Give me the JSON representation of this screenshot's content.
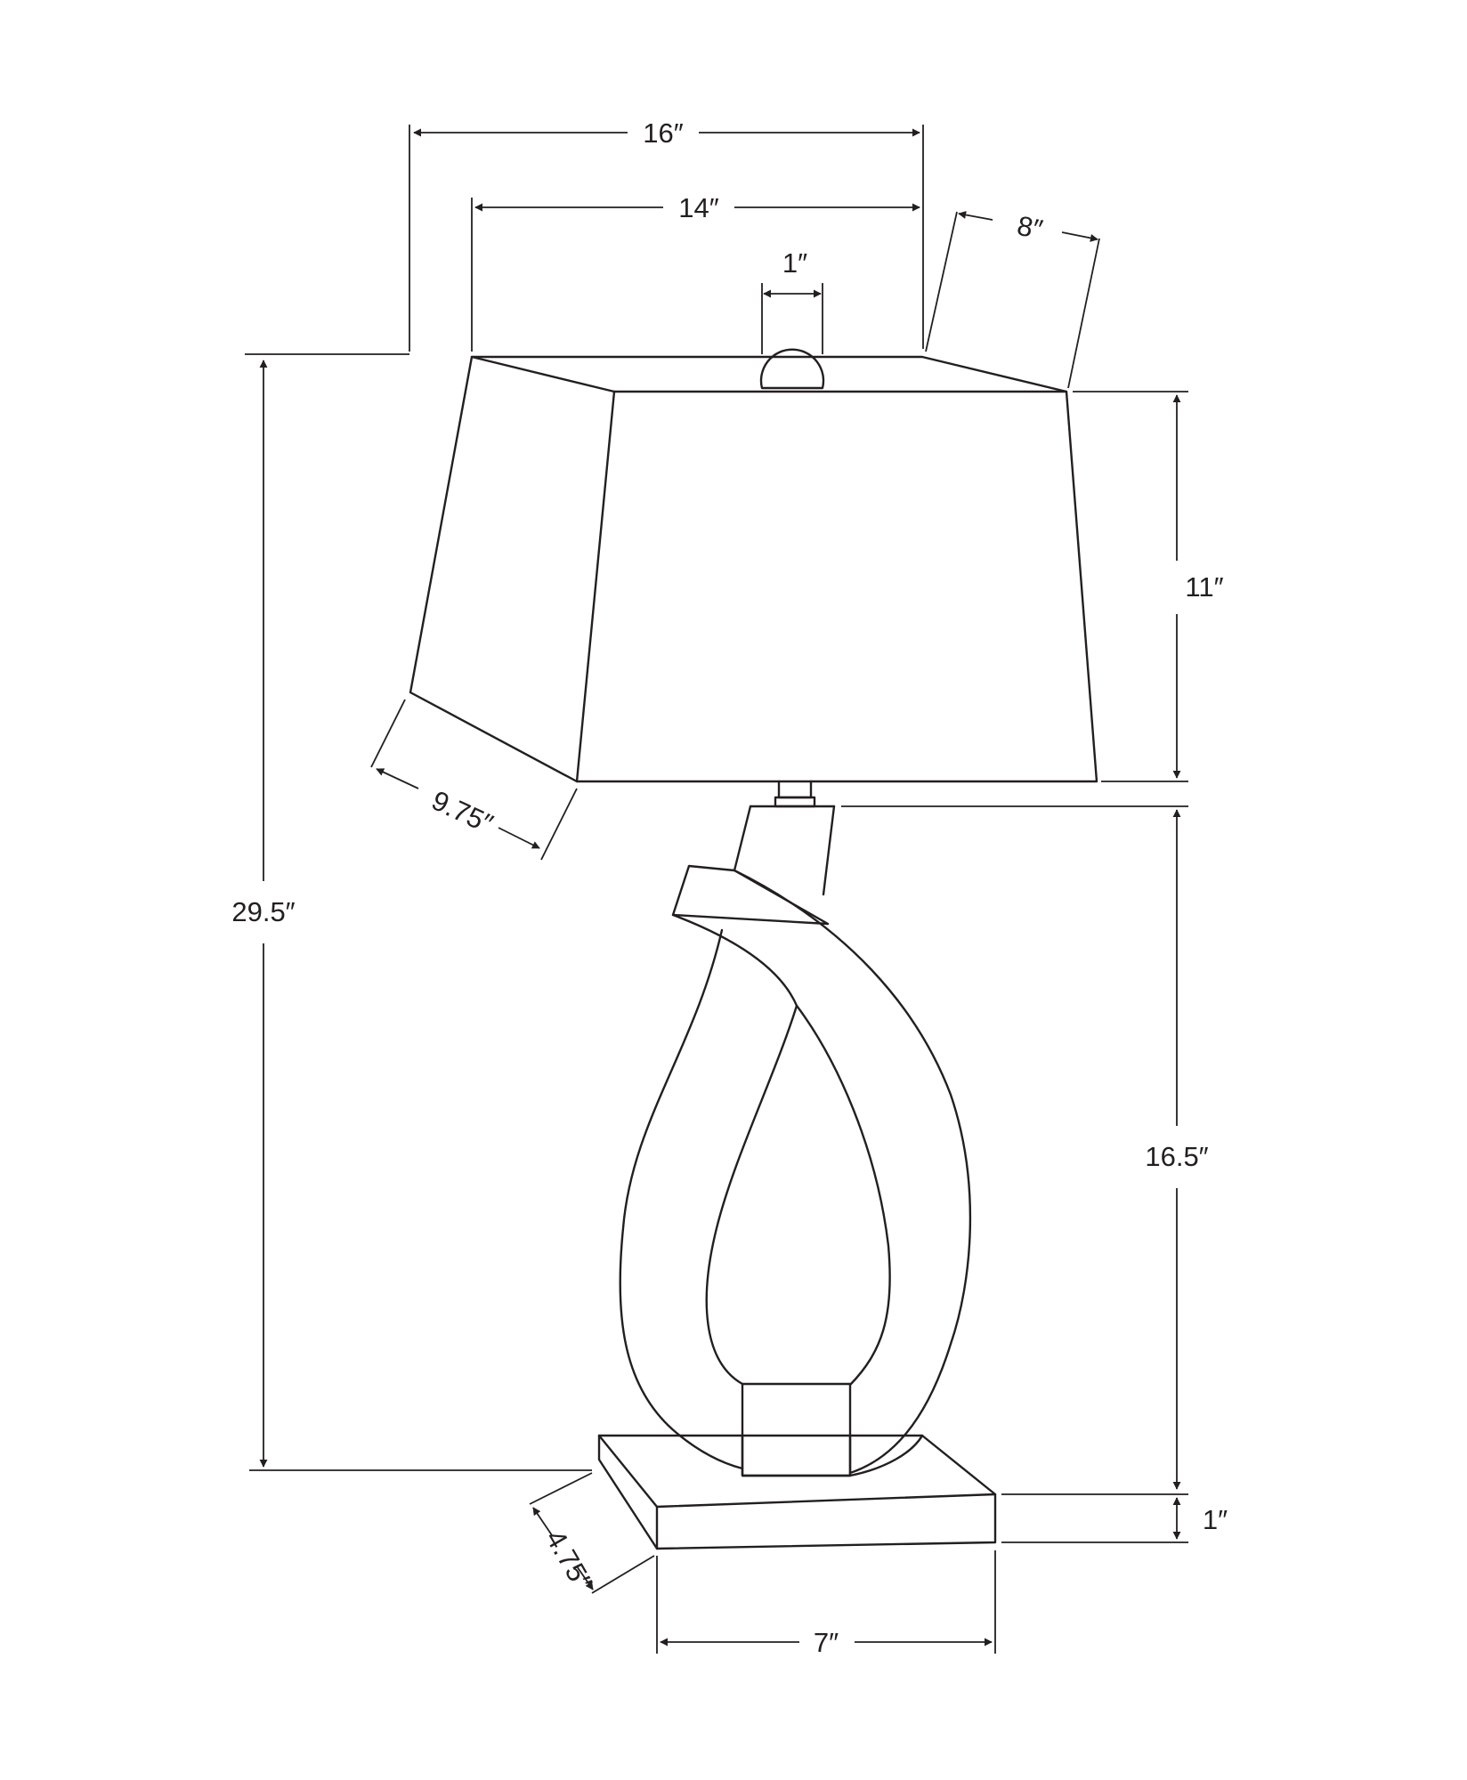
{
  "diagram": {
    "subject": "table-lamp",
    "line_color": "#231f20",
    "background": "#ffffff",
    "dimensions": {
      "shade_top_width": "16″",
      "shade_top_inner_width": "14″",
      "finial_width": "1″",
      "shade_top_depth": "8″",
      "shade_height": "11″",
      "shade_bottom_depth": "9.75″",
      "overall_height": "29.5″",
      "body_height": "16.5″",
      "base_height": "1″",
      "base_depth": "4.75″",
      "base_width": "7″"
    }
  }
}
